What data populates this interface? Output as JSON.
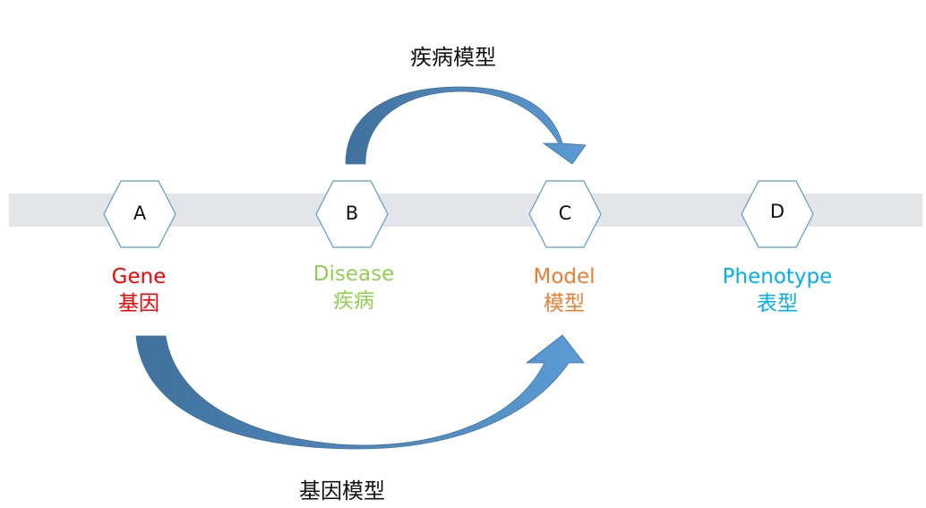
{
  "nodes": [
    {
      "letter": "A",
      "label_en": "Gene",
      "label_zh": "基因",
      "color": "#ff0000"
    },
    {
      "letter": "B",
      "label_en": "Disease",
      "label_zh": "疾病",
      "color": "#92d050"
    },
    {
      "letter": "C",
      "label_en": "Model",
      "label_zh": "模型",
      "color": "#ed7d31"
    },
    {
      "letter": "D",
      "label_en": "Phenotype",
      "label_zh": "表型",
      "color": "#00b0f0"
    }
  ],
  "arrows": {
    "top_label": "疾病模型",
    "bottom_label": "基因模型"
  },
  "colors": {
    "band": "#e3e5e9",
    "hex_stroke": "#5b9bd5",
    "arrow_dark": "#41719c",
    "arrow_light": "#5b9bd5"
  }
}
